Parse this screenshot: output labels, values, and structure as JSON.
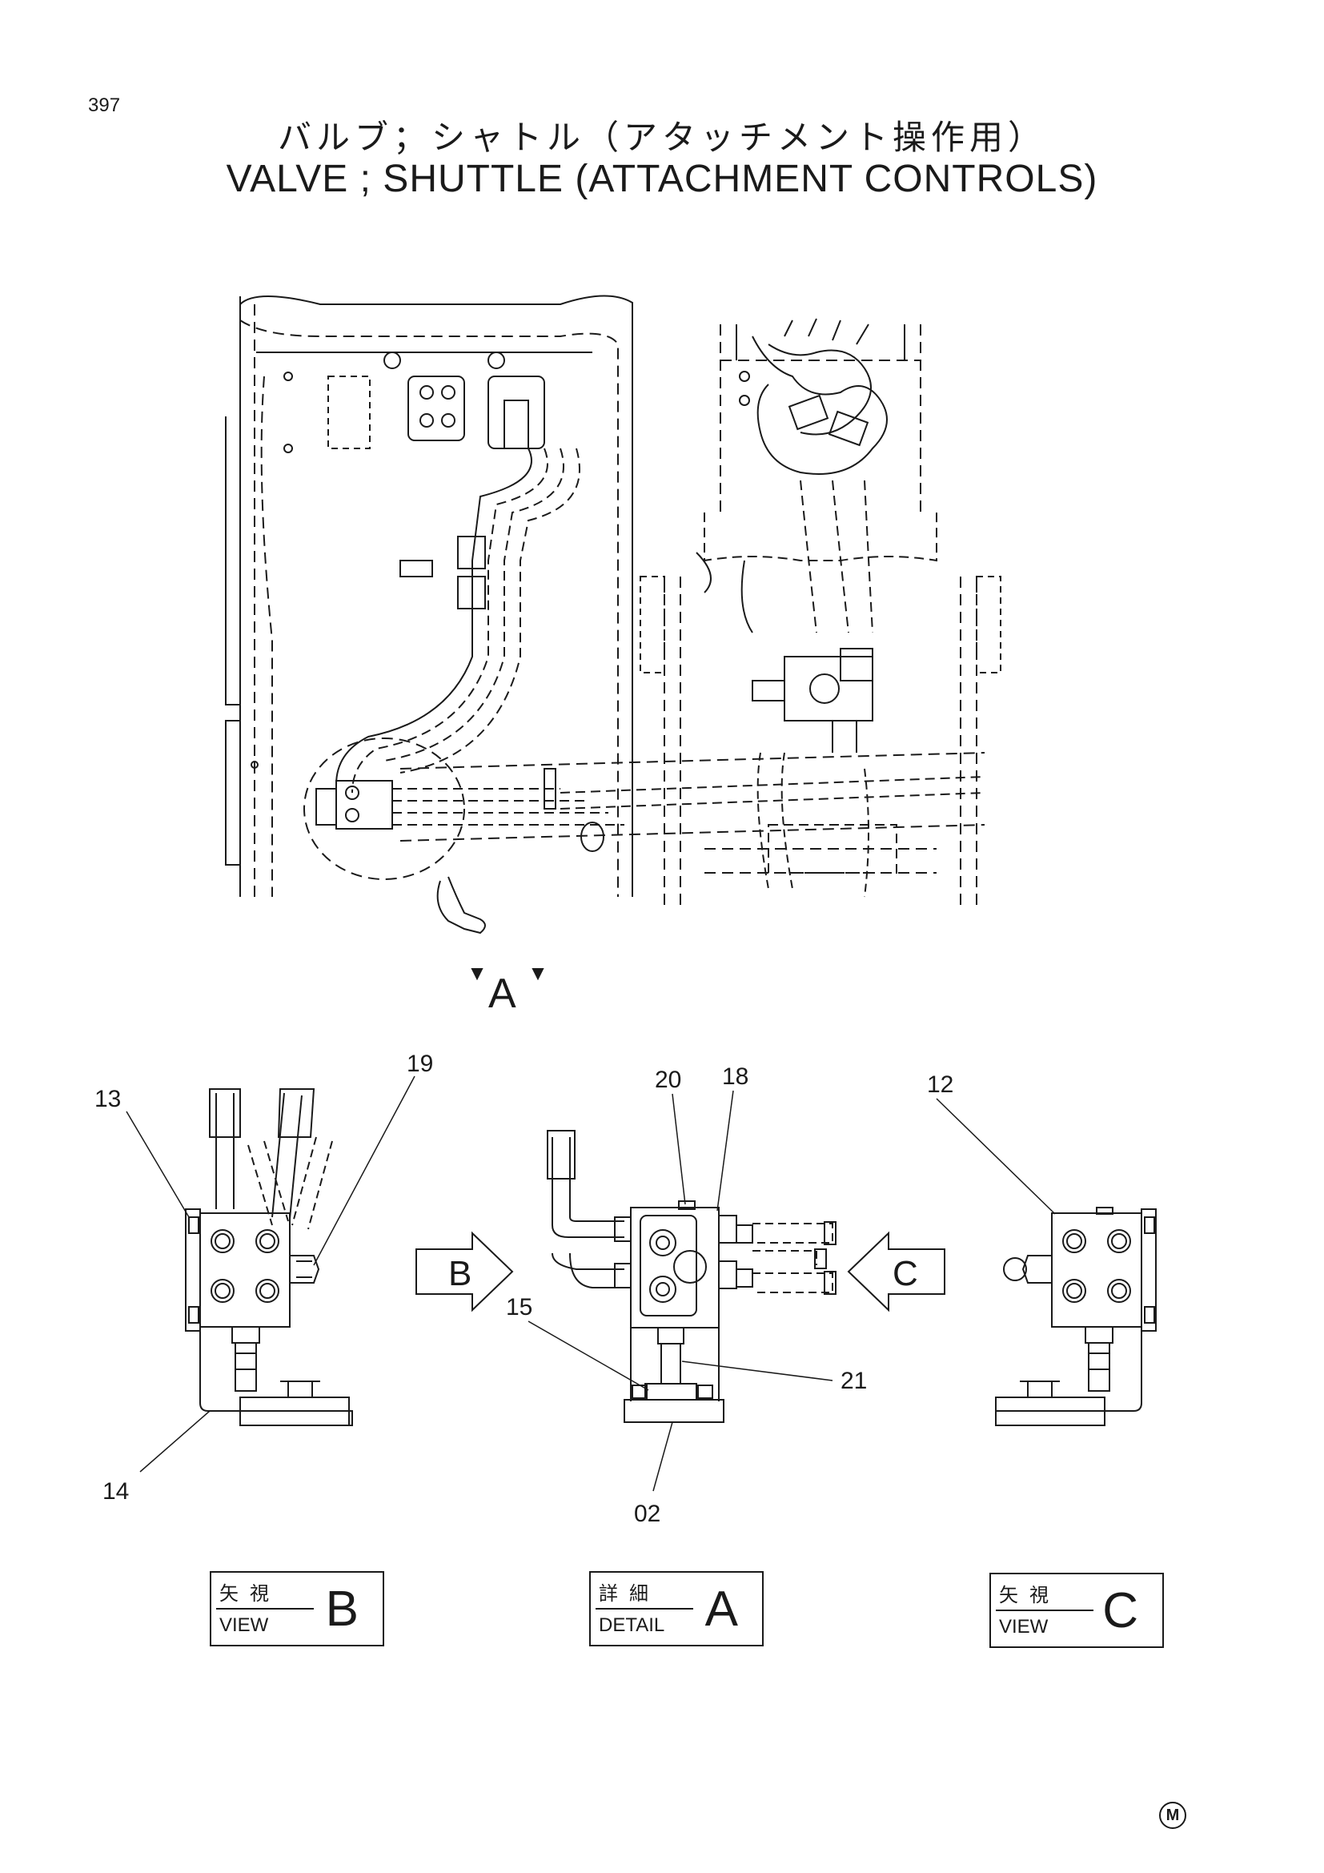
{
  "page": {
    "number": "397"
  },
  "title": {
    "japanese": "バルブ；シャトル（アタッチメント操作用）",
    "english": "VALVE ; SHUTTLE  (ATTACHMENT  CONTROLS)"
  },
  "main_view": {
    "arrow_label": "A"
  },
  "callouts": {
    "c13": "13",
    "c19": "19",
    "c14": "14",
    "c20": "20",
    "c18": "18",
    "c15": "15",
    "c21": "21",
    "c02": "02",
    "c12": "12"
  },
  "arrows": {
    "b": "B",
    "c": "C"
  },
  "labels": [
    {
      "jp": "矢視",
      "en": "VIEW",
      "letter": "B"
    },
    {
      "jp": "詳細",
      "en": "DETAIL",
      "letter": "A"
    },
    {
      "jp": "矢視",
      "en": "VIEW",
      "letter": "C"
    }
  ],
  "corner_mark": "M",
  "colors": {
    "ink": "#1a1a1a",
    "paper": "#ffffff"
  }
}
